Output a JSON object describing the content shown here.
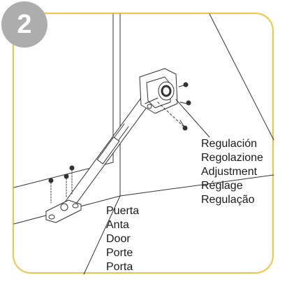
{
  "step": {
    "number": "2"
  },
  "labels": {
    "adjustment": [
      "Regulación",
      "Regolazione",
      "Adjustment",
      "Réglage",
      "Regulação"
    ],
    "door": [
      "Puerta",
      "Anta",
      "Door",
      "Porte",
      "Porta"
    ]
  },
  "colors": {
    "frame": "#f6c243",
    "badge": "#adadad",
    "line": "#333333"
  }
}
